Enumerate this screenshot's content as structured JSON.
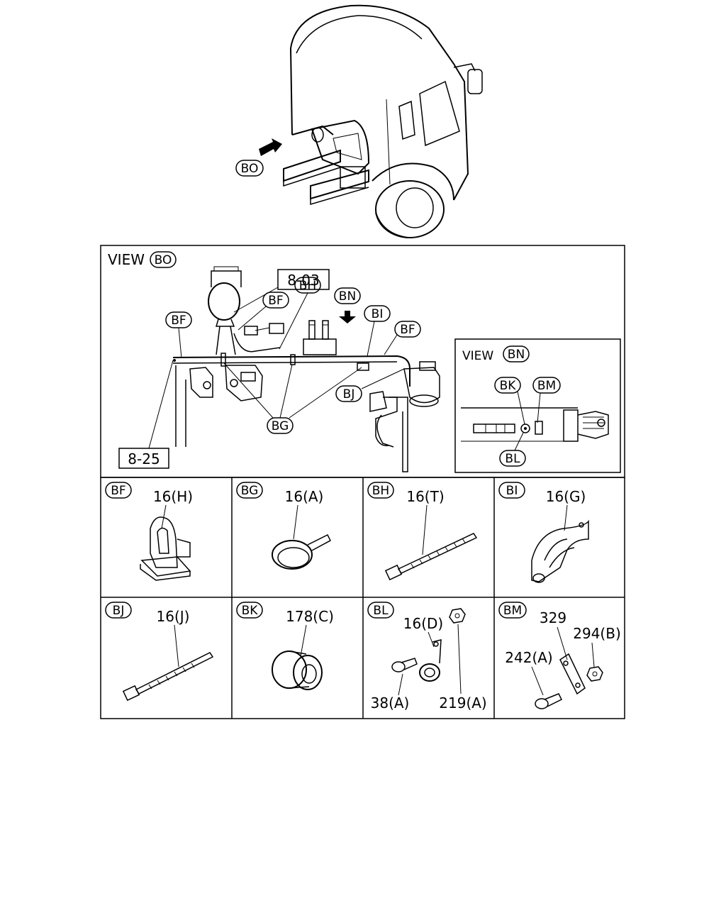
{
  "overview": {
    "view_callout": "BO"
  },
  "main_view": {
    "title_prefix": "VIEW",
    "title_ref": "BO",
    "ref_box_top": "8-03",
    "ref_box_bottom": "8-25",
    "callouts": {
      "bf_left": "BF",
      "bf_mid": "BF",
      "bf_right": "BF",
      "bh": "BH",
      "bn": "BN",
      "bi": "BI",
      "bj": "BJ",
      "bg": "BG"
    }
  },
  "detail_view": {
    "title_prefix": "VIEW",
    "title_ref": "BN",
    "callouts": {
      "bk": "BK",
      "bm": "BM",
      "bl": "BL"
    }
  },
  "parts": [
    {
      "ref": "BF",
      "labels": [
        "16(H)"
      ]
    },
    {
      "ref": "BG",
      "labels": [
        "16(A)"
      ]
    },
    {
      "ref": "BH",
      "labels": [
        "16(T)"
      ]
    },
    {
      "ref": "BI",
      "labels": [
        "16(G)"
      ]
    },
    {
      "ref": "BJ",
      "labels": [
        "16(J)"
      ]
    },
    {
      "ref": "BK",
      "labels": [
        "178(C)"
      ]
    },
    {
      "ref": "BL",
      "labels": [
        "16(D)",
        "38(A)",
        "219(A)"
      ]
    },
    {
      "ref": "BM",
      "labels": [
        "329",
        "294(B)",
        "242(A)"
      ]
    }
  ]
}
